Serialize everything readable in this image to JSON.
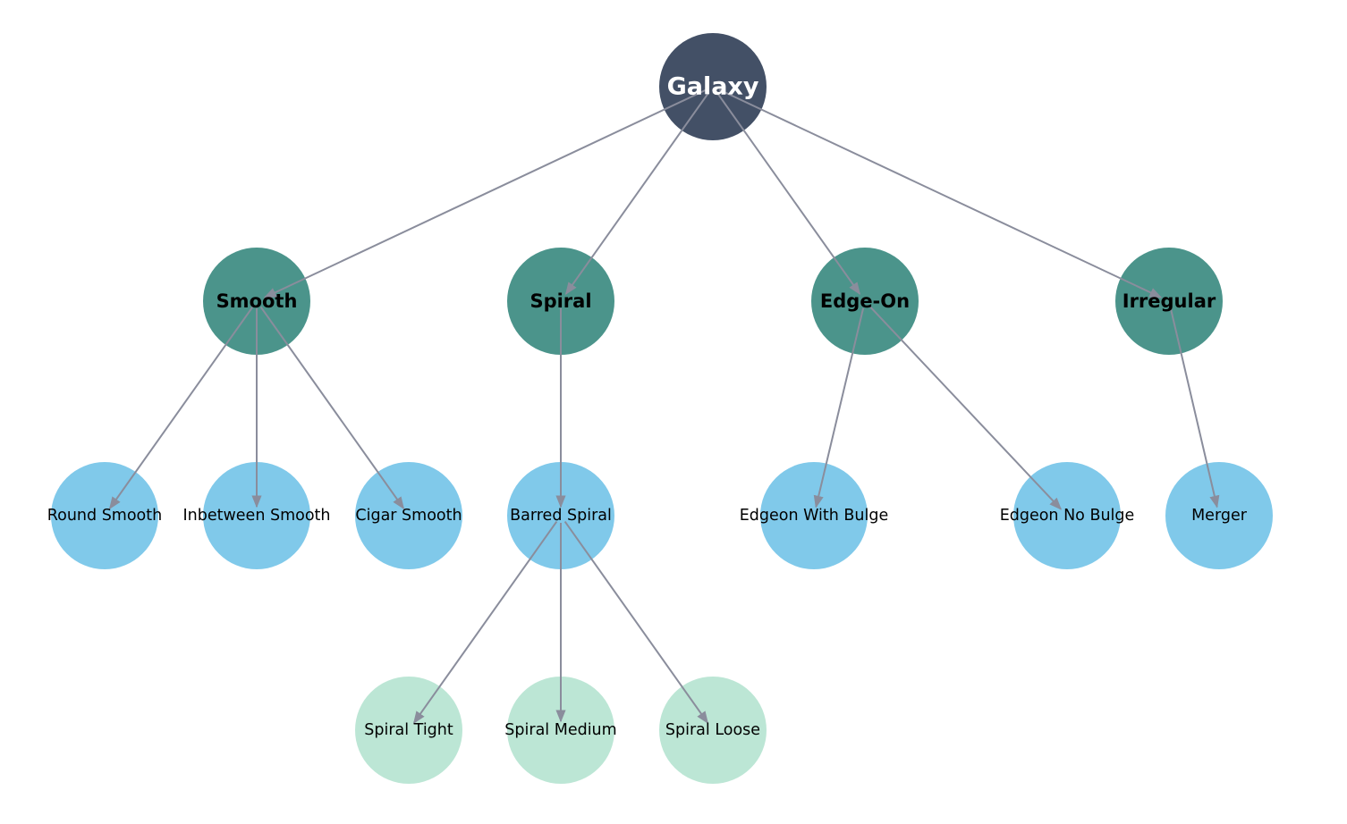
{
  "colors": {
    "root": "#334159",
    "category": "#2b8177",
    "subcategory": "#6ac0e6",
    "leaf": "#abe0ca",
    "edge": "#8a8d9c",
    "root_text": "#ffffff",
    "text": "#000000"
  },
  "nodes": {
    "galaxy": {
      "label": "Galaxy",
      "level": "root"
    },
    "smooth": {
      "label": "Smooth",
      "level": "category"
    },
    "spiral": {
      "label": "Spiral",
      "level": "category"
    },
    "edge_on": {
      "label": "Edge-On",
      "level": "category"
    },
    "irregular": {
      "label": "Irregular",
      "level": "category"
    },
    "round_smooth": {
      "label": "Round Smooth",
      "level": "subcategory"
    },
    "inbetween_smooth": {
      "label": "Inbetween Smooth",
      "level": "subcategory"
    },
    "cigar_smooth": {
      "label": "Cigar Smooth",
      "level": "subcategory"
    },
    "barred_spiral": {
      "label": "Barred Spiral",
      "level": "subcategory"
    },
    "edgeon_with_bulge": {
      "label": "Edgeon With Bulge",
      "level": "subcategory"
    },
    "edgeon_no_bulge": {
      "label": "Edgeon No Bulge",
      "level": "subcategory"
    },
    "merger": {
      "label": "Merger",
      "level": "subcategory"
    },
    "spiral_tight": {
      "label": "Spiral Tight",
      "level": "leaf"
    },
    "spiral_medium": {
      "label": "Spiral Medium",
      "level": "leaf"
    },
    "spiral_loose": {
      "label": "Spiral Loose",
      "level": "leaf"
    }
  },
  "edges": [
    [
      "galaxy",
      "smooth"
    ],
    [
      "galaxy",
      "spiral"
    ],
    [
      "galaxy",
      "edge_on"
    ],
    [
      "galaxy",
      "irregular"
    ],
    [
      "smooth",
      "round_smooth"
    ],
    [
      "smooth",
      "inbetween_smooth"
    ],
    [
      "smooth",
      "cigar_smooth"
    ],
    [
      "spiral",
      "barred_spiral"
    ],
    [
      "edge_on",
      "edgeon_with_bulge"
    ],
    [
      "edge_on",
      "edgeon_no_bulge"
    ],
    [
      "irregular",
      "merger"
    ],
    [
      "barred_spiral",
      "spiral_tight"
    ],
    [
      "barred_spiral",
      "spiral_medium"
    ],
    [
      "barred_spiral",
      "spiral_loose"
    ]
  ]
}
